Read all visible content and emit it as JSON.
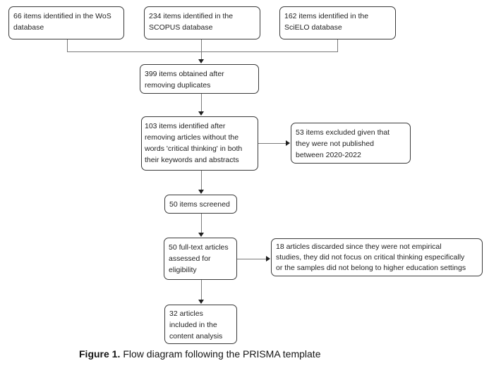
{
  "theme": {
    "background": "#ffffff",
    "box_border": "#3a3a3a",
    "line_color": "#7a7a7a",
    "arrow_color": "#1f1f1f",
    "text_color": "#222222"
  },
  "nodes": {
    "wos": {
      "text": "66 items identified in the WoS\ndatabase"
    },
    "scopus": {
      "text": "234 items identified in the\nSCOPUS database"
    },
    "scielo": {
      "text": "162 items identified in the\nSciELO database"
    },
    "dedup": {
      "text": "399 items obtained after\nremoving duplicates"
    },
    "keywords": {
      "text": "103 items identified after\nremoving articles without the\nwords 'critical thinking' in both\ntheir keywords and abstracts"
    },
    "excluded": {
      "text": "53 items excluded given that\nthey were not published\nbetween 2020-2022"
    },
    "screened": {
      "text": "50 items screened"
    },
    "fulltext": {
      "text": "50 full-text articles\nassessed for\neligibility"
    },
    "discarded": {
      "text": "18 articles discarded since they were not empirical\nstudies, they did not focus on critical thinking especifically\nor the samples did not belong to higher education settings"
    },
    "included": {
      "text": "32 articles\nincluded in the\ncontent analysis"
    }
  },
  "caption": {
    "label": "Figure 1.",
    "text": "Flow diagram following the PRISMA template"
  }
}
